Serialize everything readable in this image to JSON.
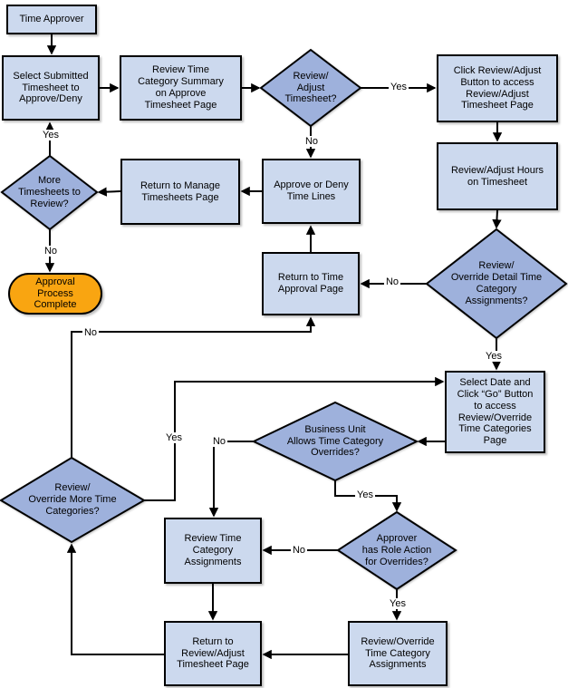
{
  "colors": {
    "process_fill": "#CCD9EE",
    "decision_fill": "#9EB1DC",
    "terminator_fill": "#F9A511",
    "stroke": "#000000",
    "canvas_bg": "#FFFFFF"
  },
  "nodes": {
    "time_approver": "Time Approver",
    "select_submitted": "Select Submitted\nTimesheet to\nApprove/Deny",
    "review_summary": "Review Time\nCategory Summary\non Approve\nTimesheet Page",
    "decision_review_adjust": "Review/\nAdjust\nTimesheet?",
    "click_review_adjust": "Click Review/Adjust\nButton to access\nReview/Adjust\nTimesheet Page",
    "review_adjust_hours": "Review/Adjust Hours\non Timesheet",
    "decision_more_timesheets": "More\nTimesheets to\nReview?",
    "return_manage": "Return to Manage\nTimesheets Page",
    "approve_deny": "Approve or Deny\nTime Lines",
    "approval_complete": "Approval\nProcess\nComplete",
    "return_time_approval": "Return to Time\nApproval Page",
    "decision_override_detail": "Review/\nOverride Detail Time\nCategory\nAssignments?",
    "select_date_go": "Select Date and\nClick “Go” Button\nto access\nReview/Override\nTime Categories\nPage",
    "decision_business_unit": "Business Unit\nAllows Time Category\nOverrides?",
    "decision_more_categories": "Review/\nOverride More Time\nCategories?",
    "review_time_categories": "Review Time\nCategory\nAssignments",
    "decision_approver_role": "Approver\nhas Role Action\nfor Overrides?",
    "review_override_assignments": "Review/Override\nTime Category\nAssignments",
    "return_review_adjust": "Return to\nReview/Adjust\nTimesheet Page"
  },
  "edge_labels": {
    "review_adjust_yes": "Yes",
    "review_adjust_no": "No",
    "more_timesheets_yes": "Yes",
    "more_timesheets_no": "No",
    "override_detail_no": "No",
    "override_detail_yes": "Yes",
    "more_categories_yes": "Yes",
    "more_categories_no": "No",
    "business_unit_no": "No",
    "business_unit_yes": "Yes",
    "approver_role_no": "No",
    "approver_role_yes": "Yes"
  }
}
